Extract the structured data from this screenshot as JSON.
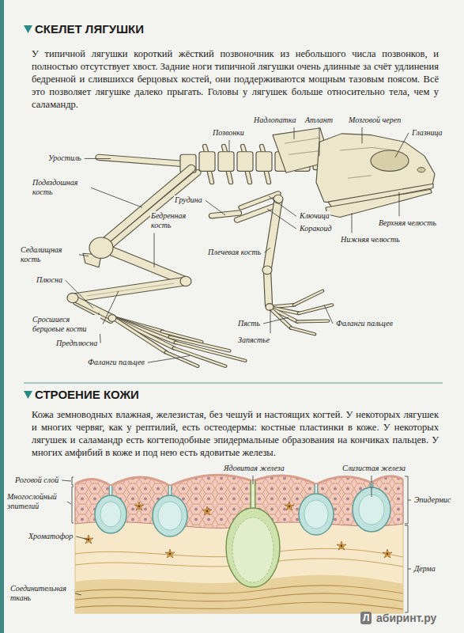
{
  "diagram": {
    "title": "СКЕЛЕТ ЛЯГУШКИ",
    "labels": [
      "У типичной лягушки короткий жёсткий позвоночник из небольшого числа позвонков, и полностью отсутствует хвост. Задние ноги типичной лягушки очень длинные за счёт удлинения бедренной и слившихся берцовых костей, они поддерживаются мощным тазовым поясом. Всё это позволяет лягушке далеко прыгать. Головы у лягушек больше относительно тела, чем у саламандр.",
      "Надлопатка",
      "Атлант",
      "Мозговой череп",
      "Глазница",
      "Позвонки",
      "Уростиль",
      "Подвздошная кость",
      "Грудина",
      "Бедренная кость",
      "Верхняя челюсть",
      "Седалищная кость",
      "Ключица",
      "Плечевая кость",
      "Коракоид",
      "Нижняя челюсть",
      "Плюсна",
      "Сросшиеся берцовые кости",
      "Фаланги пальцев",
      "Пясть",
      "Предплюсна",
      "Запястье",
      "Фаланги пальцев",
      "СТРОЕНИЕ КОЖИ",
      "Кожа земноводных влажная, железистая, без чешуй и настоящих когтей. У некоторых лягушек и многих червяг, как у рептилий, есть остеодермы: костные пластинки в коже. У некоторых лягушек и саламандр есть когтеподобные эпидермальные образования на кончиках пальцев. У многих амфибий в коже и под нею есть ядовитые железы.",
      "Ядовитая железа",
      "Слизистая железа",
      "Роговой слой",
      "Многослойный эпителий",
      "Эпидермис",
      "Хроматофор",
      "Дерма",
      "Соединительная ткань",
      "Л",
      "абиринт.ру"
    ]
  }
}
